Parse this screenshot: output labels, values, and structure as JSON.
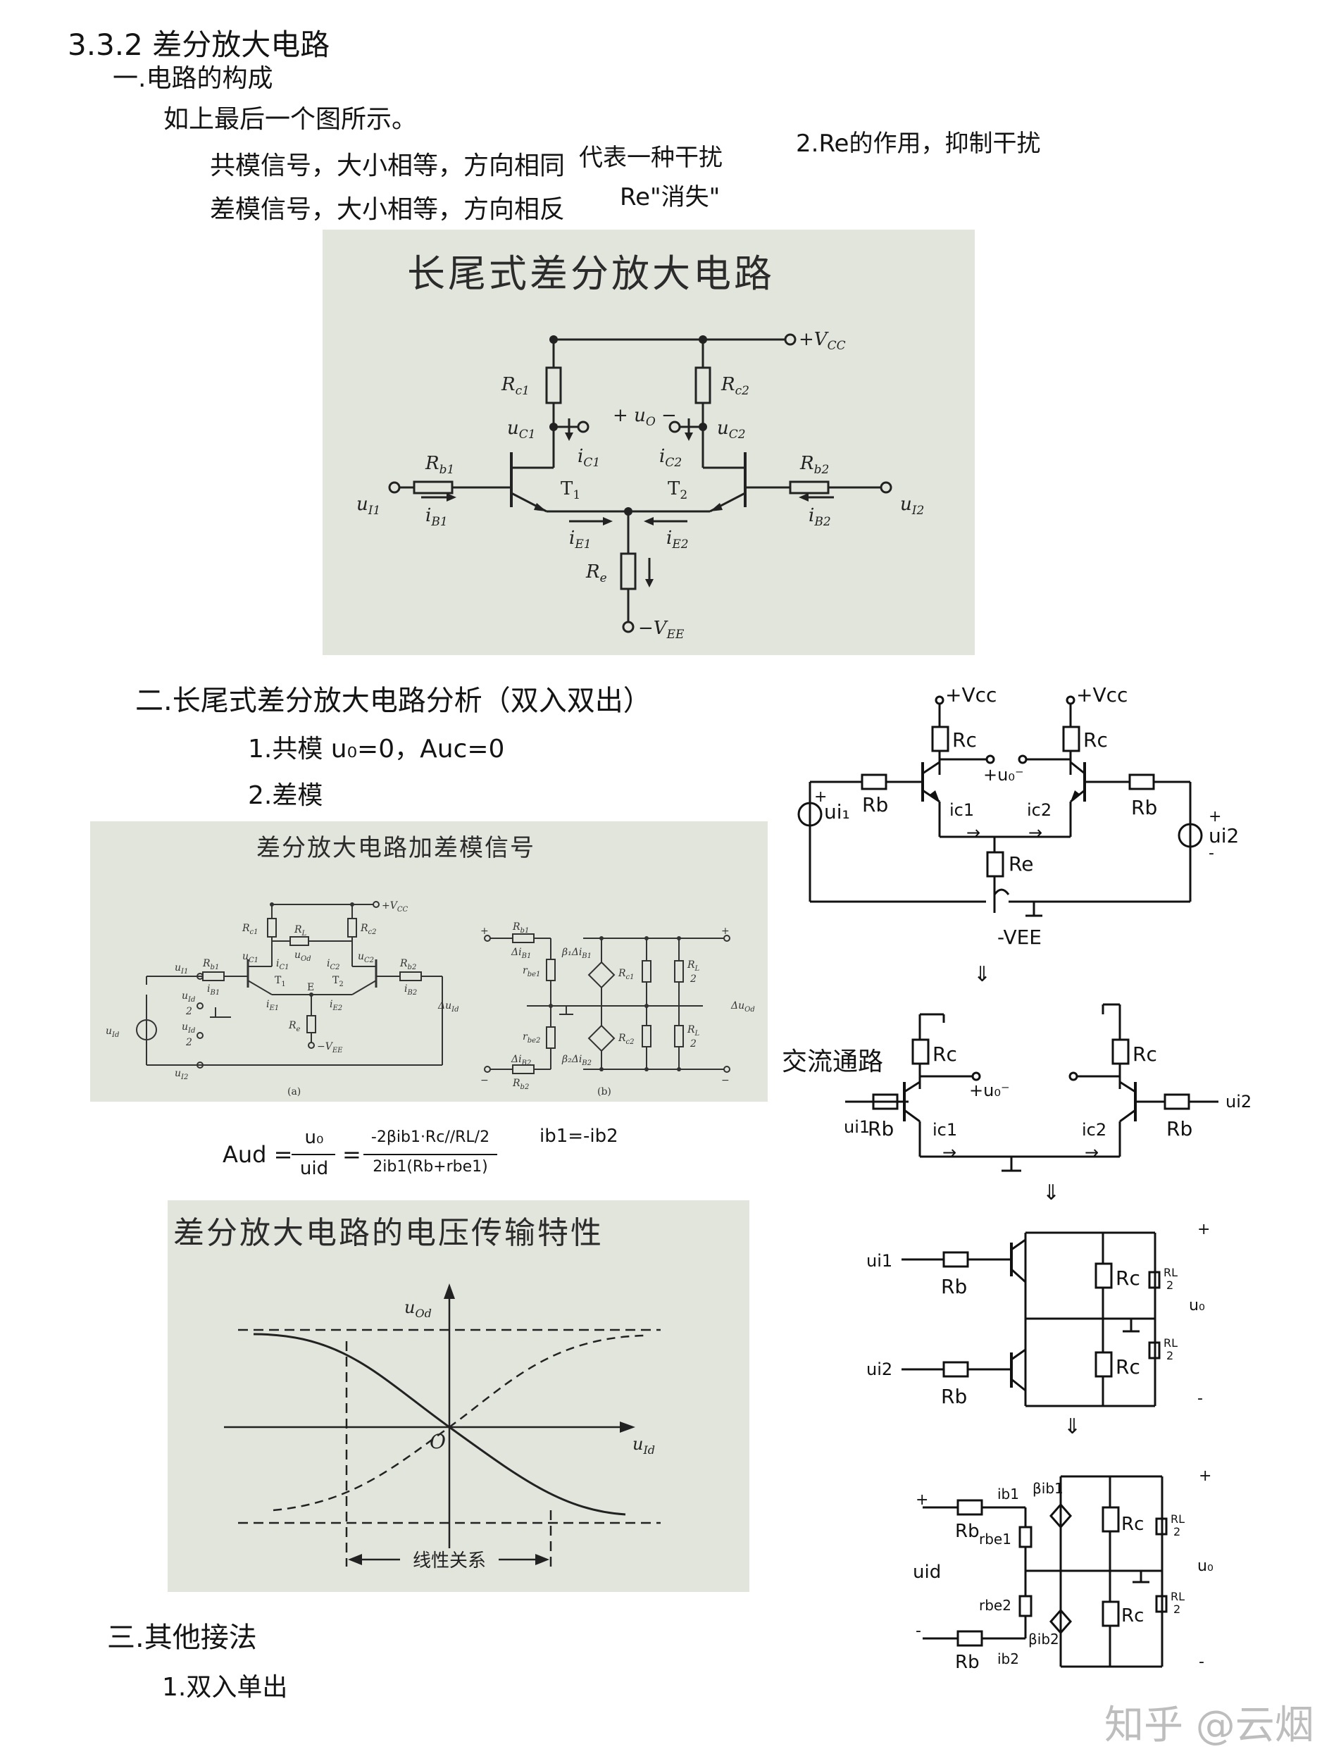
{
  "notes": {
    "section_title": "3.3.2 差分放大电路",
    "part1_title": "一.电路的构成",
    "part1_line": "如上最后一个图所示。",
    "common_mode": "共模信号，大小相等，方向相同",
    "diff_mode": "差模信号，大小相等，方向相反",
    "interference": "代表一种干扰",
    "re_eliminate": "Re\"消失\"",
    "re_role": "2.Re的作用，抑制干扰",
    "part2_title": "二.长尾式差分放大电路分析（双入双出）",
    "part2_item1": "1.共模  u₀=0，Auc=0",
    "part2_item2": "2.差模",
    "gain_lhs": "Aud =",
    "gain_frac1_num": "u₀",
    "gain_frac1_den": "uid",
    "gain_frac2_num": "-2βib1·Rc//RL/2",
    "gain_frac2_den": "2ib1(Rb+rbe1)",
    "ib_relation": "ib1=-ib2",
    "part3_title": "三.其他接法",
    "part3_item1": "1.双入单出",
    "ac_path": "交流通路"
  },
  "slide1": {
    "title": "长尾式差分放大电路",
    "labels": {
      "vcc": "+V",
      "vcc_sub": "CC",
      "rc1": "R",
      "rc1_sub": "c1",
      "rc2": "R",
      "rc2_sub": "c2",
      "uo": "u",
      "uo_sub": "O",
      "uc1": "u",
      "uc1_sub": "C1",
      "uc2": "u",
      "uc2_sub": "C2",
      "ic1": "i",
      "ic1_sub": "C1",
      "ic2": "i",
      "ic2_sub": "C2",
      "rb1": "R",
      "rb1_sub": "b1",
      "rb2": "R",
      "rb2_sub": "b2",
      "t1": "T",
      "t1_sub": "1",
      "t2": "T",
      "t2_sub": "2",
      "ui1": "u",
      "ui1_sub": "I1",
      "ui2": "u",
      "ui2_sub": "I2",
      "ib1": "i",
      "ib1_sub": "B1",
      "ib2": "i",
      "ib2_sub": "B2",
      "ie1": "i",
      "ie1_sub": "E1",
      "ie2": "i",
      "ie2_sub": "E2",
      "re": "R",
      "re_sub": "e",
      "vee": "−V",
      "vee_sub": "EE"
    }
  },
  "slide2": {
    "title": "差分放大电路加差模信号",
    "caption_a": "(a)",
    "caption_b": "(b)",
    "labels": {
      "vcc": "+V",
      "vcc_sub": "CC",
      "rc1": "R",
      "rc1_sub": "c1",
      "rc2": "R",
      "rc2_sub": "c2",
      "rl": "R",
      "rl_sub": "L",
      "uod": "u",
      "uod_sub": "Od",
      "uc1": "u",
      "uc1_sub": "C1",
      "uc2": "u",
      "uc2_sub": "C2",
      "ic1": "i",
      "ic1_sub": "C1",
      "ic2": "i",
      "ic2_sub": "C2",
      "t1": "T",
      "t1_sub": "1",
      "t2": "T",
      "t2_sub": "2",
      "e": "E",
      "ui1": "u",
      "ui1_sub": "I1",
      "ui2": "u",
      "ui2_sub": "I2",
      "rb1": "R",
      "rb1_sub": "b1",
      "rb2": "R",
      "rb2_sub": "b2",
      "ib1": "i",
      "ib1_sub": "B1",
      "ib2": "i",
      "ib2_sub": "B2",
      "ie1": "i",
      "ie1_sub": "E1",
      "ie2": "i",
      "ie2_sub": "E2",
      "re": "R",
      "re_sub": "e",
      "vee": "−V",
      "vee_sub": "EE",
      "uid": "u",
      "uid_sub": "Id",
      "uid_half": "2",
      "delta_uid": "Δu",
      "delta_uid_sub": "Id",
      "delta_uod": "Δu",
      "delta_uod_sub": "Od",
      "delta_ib1": "Δi",
      "delta_ib1_sub": "B1",
      "delta_ib2": "Δi",
      "delta_ib2_sub": "B2",
      "rbe1": "r",
      "rbe1_sub": "be1",
      "rbe2": "r",
      "rbe2_sub": "be2",
      "beta1": "β₁Δi",
      "beta1_sub": "B1",
      "beta2": "β₂Δi",
      "beta2_sub": "B2",
      "rl_half": "R",
      "rl_half_sub": "L",
      "two": "2"
    }
  },
  "slide3": {
    "title": "差分放大电路的电压传输特性",
    "y_label": "u",
    "y_label_sub": "Od",
    "x_label": "u",
    "x_label_sub": "Id",
    "origin": "O",
    "linear_region": "线性关系"
  },
  "sketch1": {
    "vcc1": "+Vcc",
    "vcc2": "+Vcc",
    "rc1": "Rc",
    "rc2": "Rc",
    "uo": "+u₀⁻",
    "rb1": "Rb",
    "rb2": "Rb",
    "ui1": "ui₁",
    "ui2": "ui2",
    "ic1": "ic1",
    "ic2": "ic2",
    "re": "Re",
    "vee": "-VEE",
    "plus1": "+",
    "plus2": "+",
    "minus2": "-"
  },
  "sketch2": {
    "rc1": "Rc",
    "rc2": "Rc",
    "uo": "+u₀⁻",
    "ui1": "ui1",
    "ui2": "ui2",
    "rb1": "Rb",
    "rb2": "Rb",
    "ic1": "ic1",
    "ic2": "ic2"
  },
  "sketch3": {
    "ui1": "ui1",
    "ui2": "ui2",
    "rb1": "Rb",
    "rb2": "Rb",
    "rc1": "Rc",
    "rc2": "Rc",
    "rl1": "RL",
    "rl2": "RL",
    "two": "2",
    "uo": "u₀",
    "plus": "+",
    "minus": "-"
  },
  "sketch4": {
    "uid": "uid",
    "rb1": "Rb",
    "rb2": "Rb",
    "ib1": "ib1",
    "ib2": "ib2",
    "rbe1": "rbe1",
    "rbe2": "rbe2",
    "beta1": "βib1",
    "beta2": "βib2",
    "rc1": "Rc",
    "rc2": "Rc",
    "rl1": "RL",
    "rl2": "RL",
    "two": "2",
    "uo": "u₀",
    "plus": "+",
    "minus": "-"
  },
  "watermark": "知乎 @云烟"
}
